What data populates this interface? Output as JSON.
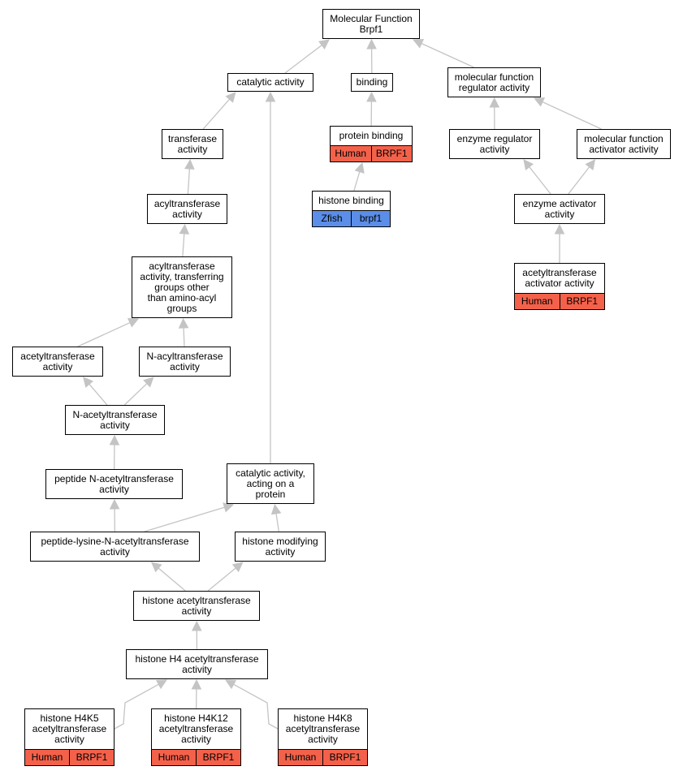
{
  "colors": {
    "human": "#f4614a",
    "zfish": "#5b8ee8",
    "edge": "#c4c4c4"
  },
  "nodes": [
    {
      "id": "mf",
      "name": "root-node-molecular-function",
      "label": "Molecular Function\nBrpf1",
      "species": null,
      "gene": null
    },
    {
      "id": "cat",
      "name": "node-catalytic-activity",
      "label": "catalytic activity",
      "species": null,
      "gene": null
    },
    {
      "id": "bind",
      "name": "node-binding",
      "label": "binding",
      "species": null,
      "gene": null
    },
    {
      "id": "mfreg",
      "name": "node-molecular-function-regulator-activity",
      "label": "molecular function\nregulator activity",
      "species": null,
      "gene": null
    },
    {
      "id": "trans",
      "name": "node-transferase-activity",
      "label": "transferase\nactivity",
      "species": null,
      "gene": null
    },
    {
      "id": "prot",
      "name": "node-protein-binding",
      "label": "protein binding",
      "species": "Human",
      "gene": "BRPF1"
    },
    {
      "id": "enzreg",
      "name": "node-enzyme-regulator-activity",
      "label": "enzyme regulator\nactivity",
      "species": null,
      "gene": null
    },
    {
      "id": "mfact",
      "name": "node-molecular-function-activator-activity",
      "label": "molecular function\nactivator activity",
      "species": null,
      "gene": null
    },
    {
      "id": "acyl",
      "name": "node-acyltransferase-activity",
      "label": "acyltransferase\nactivity",
      "species": null,
      "gene": null
    },
    {
      "id": "hist",
      "name": "node-histone-binding",
      "label": "histone binding",
      "species": "Zfish",
      "gene": "brpf1"
    },
    {
      "id": "enzact",
      "name": "node-enzyme-activator-activity",
      "label": "enzyme activator\nactivity",
      "species": null,
      "gene": null
    },
    {
      "id": "acylother",
      "name": "node-acyltransferase-transferring-groups",
      "label": "acyltransferase\nactivity, transferring\ngroups other\nthan amino-acyl\ngroups",
      "species": null,
      "gene": null
    },
    {
      "id": "acetact",
      "name": "node-acetyltransferase-activator-activity",
      "label": "acetyltransferase\nactivator activity",
      "species": "Human",
      "gene": "BRPF1"
    },
    {
      "id": "acet",
      "name": "node-acetyltransferase-activity",
      "label": "acetyltransferase\nactivity",
      "species": null,
      "gene": null
    },
    {
      "id": "nacyl",
      "name": "node-n-acyltransferase-activity",
      "label": "N-acyltransferase\nactivity",
      "species": null,
      "gene": null
    },
    {
      "id": "nacet",
      "name": "node-n-acetyltransferase-activity",
      "label": "N-acetyltransferase\nactivity",
      "species": null,
      "gene": null
    },
    {
      "id": "pepn",
      "name": "node-peptide-n-acetyltransferase-activity",
      "label": "peptide N-acetyltransferase\nactivity",
      "species": null,
      "gene": null
    },
    {
      "id": "catprot",
      "name": "node-catalytic-activity-acting-on-protein",
      "label": "catalytic activity,\nacting on a\nprotein",
      "species": null,
      "gene": null
    },
    {
      "id": "peplys",
      "name": "node-peptide-lysine-n-acetyltransferase-activity",
      "label": "peptide-lysine-N-acetyltransferase\nactivity",
      "species": null,
      "gene": null
    },
    {
      "id": "histmod",
      "name": "node-histone-modifying-activity",
      "label": "histone modifying\nactivity",
      "species": null,
      "gene": null
    },
    {
      "id": "hat",
      "name": "node-histone-acetyltransferase-activity",
      "label": "histone acetyltransferase\nactivity",
      "species": null,
      "gene": null
    },
    {
      "id": "h4",
      "name": "node-histone-h4-acetyltransferase-activity",
      "label": "histone H4 acetyltransferase\nactivity",
      "species": null,
      "gene": null
    },
    {
      "id": "h4k5",
      "name": "node-histone-h4k5-acetyltransferase-activity",
      "label": "histone H4K5\nacetyltransferase\nactivity",
      "species": "Human",
      "gene": "BRPF1"
    },
    {
      "id": "h4k12",
      "name": "node-histone-h4k12-acetyltransferase-activity",
      "label": "histone H4K12\nacetyltransferase\nactivity",
      "species": "Human",
      "gene": "BRPF1"
    },
    {
      "id": "h4k8",
      "name": "node-histone-h4k8-acetyltransferase-activity",
      "label": "histone H4K8\nacetyltransferase\nactivity",
      "species": "Human",
      "gene": "BRPF1"
    }
  ],
  "edges": [
    {
      "from": "cat",
      "to": "mf"
    },
    {
      "from": "bind",
      "to": "mf"
    },
    {
      "from": "mfreg",
      "to": "mf"
    },
    {
      "from": "trans",
      "to": "cat"
    },
    {
      "from": "catprot",
      "to": "cat"
    },
    {
      "from": "prot",
      "to": "bind"
    },
    {
      "from": "hist",
      "to": "prot"
    },
    {
      "from": "enzreg",
      "to": "mfreg"
    },
    {
      "from": "mfact",
      "to": "mfreg"
    },
    {
      "from": "enzact",
      "to": "enzreg"
    },
    {
      "from": "enzact",
      "to": "mfact"
    },
    {
      "from": "acetact",
      "to": "enzact"
    },
    {
      "from": "acyl",
      "to": "trans"
    },
    {
      "from": "acylother",
      "to": "acyl"
    },
    {
      "from": "acet",
      "to": "acylother"
    },
    {
      "from": "nacyl",
      "to": "acylother"
    },
    {
      "from": "nacet",
      "to": "acet"
    },
    {
      "from": "nacet",
      "to": "nacyl"
    },
    {
      "from": "pepn",
      "to": "nacet"
    },
    {
      "from": "peplys",
      "to": "pepn"
    },
    {
      "from": "peplys",
      "to": "catprot"
    },
    {
      "from": "histmod",
      "to": "catprot"
    },
    {
      "from": "hat",
      "to": "peplys"
    },
    {
      "from": "hat",
      "to": "histmod"
    },
    {
      "from": "h4",
      "to": "hat"
    },
    {
      "from": "h4k5",
      "to": "h4"
    },
    {
      "from": "h4k12",
      "to": "h4"
    },
    {
      "from": "h4k8",
      "to": "h4"
    }
  ]
}
